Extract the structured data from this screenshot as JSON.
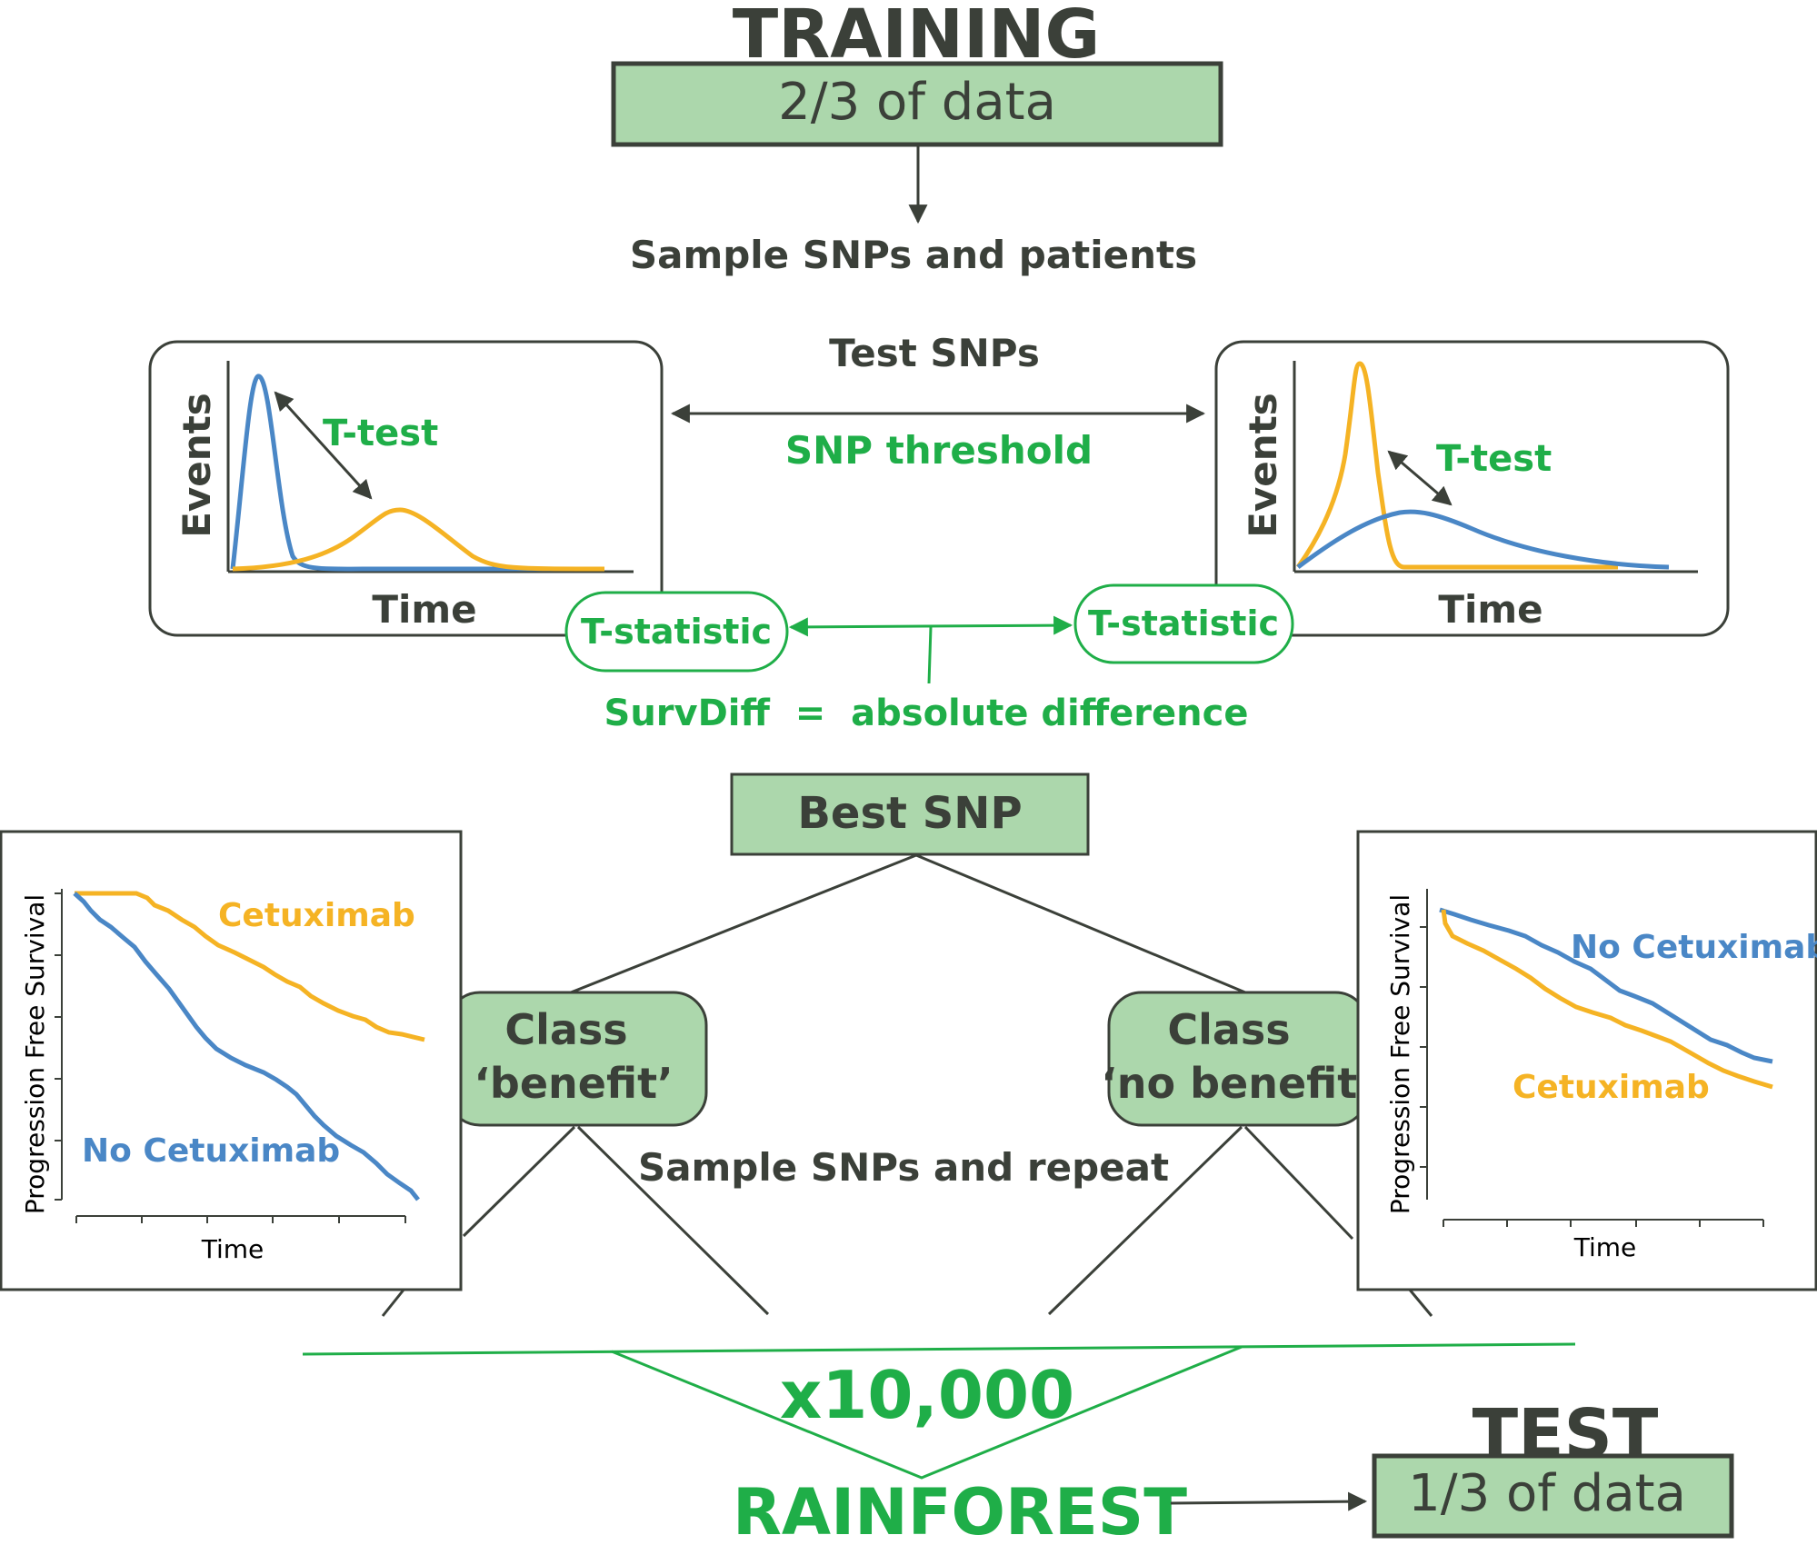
{
  "training": {
    "heading": "TRAINING",
    "box_label": "2/3 of data"
  },
  "sample_label": "Sample SNPs and patients",
  "test_snps": {
    "label": "Test SNPs",
    "threshold": "SNP threshold"
  },
  "left_panel": {
    "ylabel": "Events",
    "xlabel": "Time",
    "ttest": "T-test"
  },
  "right_panel": {
    "ylabel": "Events",
    "xlabel": "Time",
    "ttest": "T-test"
  },
  "tstat_left": "T-statistic",
  "tstat_right": "T-statistic",
  "survdiff": "SurvDiff  =  absolute difference",
  "best_snp": "Best SNP",
  "class_benefit": {
    "line1": "Class",
    "line2": "‘benefit’"
  },
  "class_no_benefit": {
    "line1": "Class",
    "line2": "‘no benefit’"
  },
  "repeat_label": "Sample SNPs and repeat",
  "km_left": {
    "ylabel": "Progression Free Survival",
    "xlabel": "Time",
    "series_top": "Cetuximab",
    "series_bottom": "No Cetuximab"
  },
  "km_right": {
    "ylabel": "Progression Free Survival",
    "xlabel": "Time",
    "series_top": "No Cetuximab",
    "series_bottom": "Cetuximab"
  },
  "multiplier": "x10,000",
  "rainforest": "RAINFOREST",
  "test": {
    "heading": "TEST",
    "box_label": "1/3 of data"
  },
  "colors": {
    "box_fill": "#acd7ac",
    "dark": "#3b4039",
    "green": "#1fae48",
    "blue": "#4a87c6",
    "orange": "#f5b324"
  }
}
